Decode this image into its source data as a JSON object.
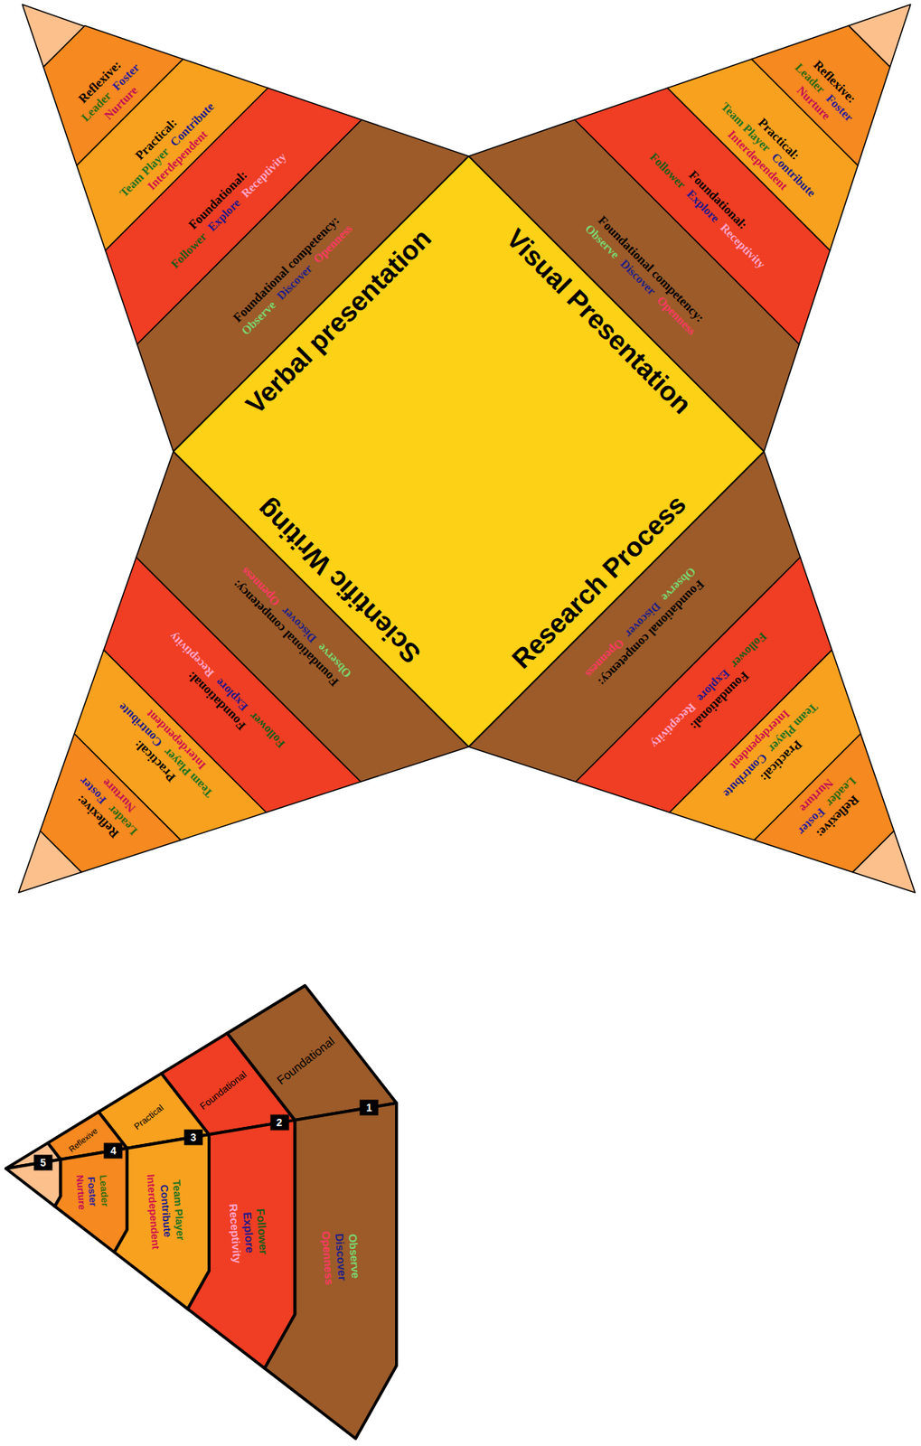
{
  "diagram": {
    "nodes": [
      {
        "text": [
          "Reflexive:",
          "Leader",
          "Foster",
          "Nurture"
        ]
      },
      {
        "text": [
          "Practical:",
          "Team Player",
          "Contribute",
          "Interdependent"
        ]
      },
      {
        "text": [
          "Foundational:",
          "Follower",
          "Explore",
          "Receptivity"
        ]
      },
      {
        "text": [
          "Foundational competency:",
          "Observe",
          "Discover",
          "Openness"
        ]
      },
      {
        "text": [
          "Reflexive:",
          "Leader",
          "Foster",
          "Nurture"
        ]
      },
      {
        "text": [
          "Practical:",
          "Team Player",
          "Contribute",
          "Interdependent"
        ]
      },
      {
        "text": [
          "Foundational:",
          "Follower",
          "Explore",
          "Receptivity"
        ]
      },
      {
        "text": [
          "Foundational competency:",
          "Observe",
          "Discover",
          "Openness"
        ]
      },
      {
        "text": [
          "Verbal presentation",
          "Visual Presentation",
          "Scientific Writing",
          "Research Process"
        ]
      },
      {
        "text": [
          "Foundational competency:",
          "Observe",
          "Discover",
          "Openness"
        ]
      },
      {
        "text": [
          "Foundational:",
          "Follower",
          "Explore",
          "Receptivity"
        ]
      },
      {
        "text": [
          "Practical:",
          "Team Player",
          "Contribute",
          "Interdependent"
        ]
      },
      {
        "text": [
          "Reflexive:",
          "Leader",
          "Foster",
          "Nurture"
        ]
      },
      {
        "text": [
          "Foundational competency:",
          "Observe",
          "Discover",
          "Openness"
        ]
      },
      {
        "text": [
          "Foundational:",
          "Follower",
          "Explore",
          "Receptivity"
        ]
      },
      {
        "text": [
          "Practical:",
          "Team Player",
          "Contribute",
          "Interdependent"
        ]
      },
      {
        "text": [
          "Reflexive:",
          "Leader",
          "Foster",
          "Nurture"
        ]
      },
      {
        "text": [
          "Reflexive"
        ]
      },
      {
        "text": [
          "Practical"
        ]
      },
      {
        "text": [
          "Foundational"
        ]
      },
      {
        "text": [
          "Foundational"
        ]
      },
      {
        "text": [
          "Leader",
          "Foster",
          "Nurture"
        ]
      },
      {
        "text": [
          "Team Player",
          "Contribute",
          "Interdependent"
        ]
      },
      {
        "text": [
          "Follower",
          "Explore",
          "Receptivity"
        ]
      },
      {
        "text": [
          "Observe",
          "Discover",
          "Openness"
        ]
      }
    ],
    "labels": [
      "5",
      "4",
      "3",
      "2",
      "1"
    ]
  }
}
